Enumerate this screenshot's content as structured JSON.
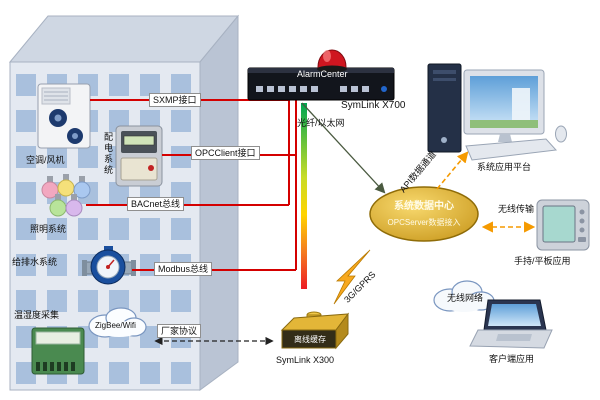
{
  "colors": {
    "bus_line": "#d40000",
    "data_center_gold": "#c8941a",
    "wireless_orange": "#f59a00",
    "building_wall": "#e4e9f1",
    "building_window": "#a9c0dd"
  },
  "building": {
    "systems": [
      {
        "label": "空调/风机"
      },
      {
        "label": "配电系统"
      },
      {
        "label": "照明系统"
      },
      {
        "label": "给排水系统"
      },
      {
        "label": "温湿度采集"
      }
    ],
    "zigbee": "ZigBee/Wifi",
    "vendor_protocol": "厂家协议"
  },
  "buses": {
    "snmp": "SXMP接口",
    "opc_client": "OPCClient接口",
    "bacnet": "BACnet总线",
    "modbus": "Modbus总线"
  },
  "gateway": {
    "alarm": "AlarmCenter",
    "x700_name": "SymLink X700",
    "fiber": "光纤/以太网",
    "x300_cache": "离线缓存",
    "x300_name": "SymLink X300",
    "gprs": "3G/GPRS"
  },
  "datacenter": {
    "title": "系统数据中心",
    "subtitle": "OPCServer数据接入",
    "api_channel": "API数据通道",
    "wireless_transfer": "无线传输",
    "wireless_network": "无线网络"
  },
  "endpoints": {
    "app_platform": "系统应用平台",
    "handheld": "手持/平板应用",
    "client": "客户端应用"
  }
}
